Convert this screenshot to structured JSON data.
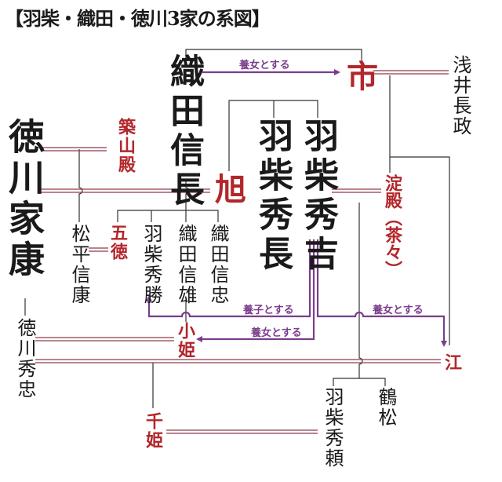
{
  "title": "【羽柴・織田・徳川3家の系図】",
  "people": {
    "nobunaga": "織田信長",
    "ichi": "市",
    "azai": "浅井長政",
    "ieyasu": "徳川家康",
    "tsukiyama": "築山殿",
    "hidenaga": "羽柴秀長",
    "hideyoshi": "羽柴秀吉",
    "asahi": "旭",
    "yodo": "淀殿（茶々）",
    "nobuyasu": "松平信康",
    "gotoku": "五徳",
    "hidekatsu": "羽柴秀勝",
    "nobukatsu": "織田信雄",
    "nobutada": "織田信忠",
    "hidetada": "徳川秀忠",
    "ohime": "小姫",
    "go": "江",
    "hideyori": "羽柴秀頼",
    "tsurumatsu": "鶴松",
    "senhime": "千姫"
  },
  "relations": {
    "nobunaga_ichi": "養女とする",
    "hideyoshi_hidekatsu": "養子とする",
    "hideyoshi_ohime": "養女とする",
    "hideyoshi_go": "養女とする"
  },
  "colors": {
    "spouse_line": "#8e3b4a",
    "adoption": "#7a3d8c",
    "female": "#b3262b",
    "lineage": "#333333"
  }
}
